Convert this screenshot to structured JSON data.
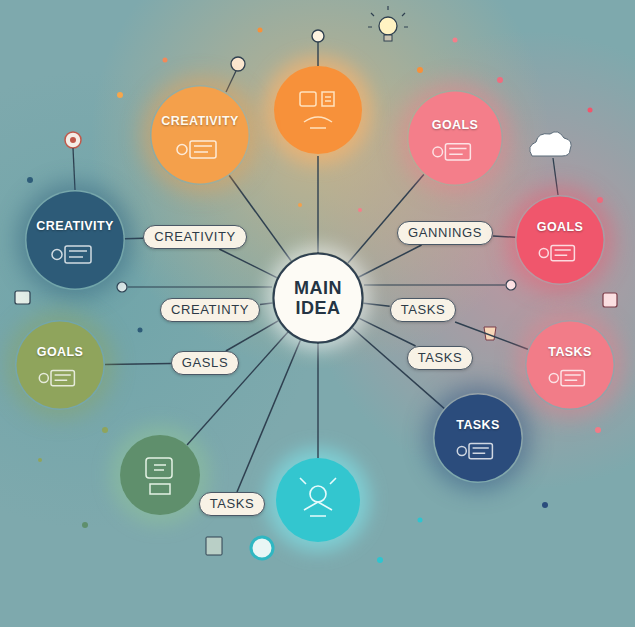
{
  "diagram": {
    "nodes": [
      {
        "text": [
          "CREATIVITY"
        ]
      },
      {
        "text": [
          "GOALS"
        ]
      },
      {
        "text": [
          "CREATIVITY"
        ]
      },
      {
        "text": [
          "CREATIVITY"
        ]
      },
      {
        "text": [
          "GANNINGS"
        ]
      },
      {
        "text": [
          "GOALS"
        ]
      },
      {
        "text": [
          "MAIN IDEA"
        ]
      },
      {
        "text": [
          "CREATINTY"
        ]
      },
      {
        "text": [
          "TASKS"
        ]
      },
      {
        "text": [
          "GOALS"
        ]
      },
      {
        "text": [
          "GASLS"
        ]
      },
      {
        "text": [
          "TASKS"
        ]
      },
      {
        "text": [
          "TASKS"
        ]
      },
      {
        "text": [
          "TASKS"
        ]
      },
      {
        "text": [
          "TASKS"
        ]
      }
    ],
    "edges": [
      {
        "from": 6,
        "to": 0,
        "arrow": "none"
      },
      {
        "from": 6,
        "to": 1,
        "arrow": "none"
      },
      {
        "from": 6,
        "to": 3,
        "arrow": "none"
      },
      {
        "from": 3,
        "to": 2,
        "arrow": "none"
      },
      {
        "from": 6,
        "to": 4,
        "arrow": "none"
      },
      {
        "from": 4,
        "to": 5,
        "arrow": "none"
      },
      {
        "from": 6,
        "to": 7,
        "arrow": "none"
      },
      {
        "from": 6,
        "to": 8,
        "arrow": "none"
      },
      {
        "from": 8,
        "to": 12,
        "arrow": "none"
      },
      {
        "from": 6,
        "to": 10,
        "arrow": "none"
      },
      {
        "from": 10,
        "to": 9,
        "arrow": "none"
      },
      {
        "from": 6,
        "to": 11,
        "arrow": "none"
      },
      {
        "from": 6,
        "to": 13,
        "arrow": "none"
      },
      {
        "from": 6,
        "to": 14,
        "arrow": "none"
      }
    ]
  }
}
